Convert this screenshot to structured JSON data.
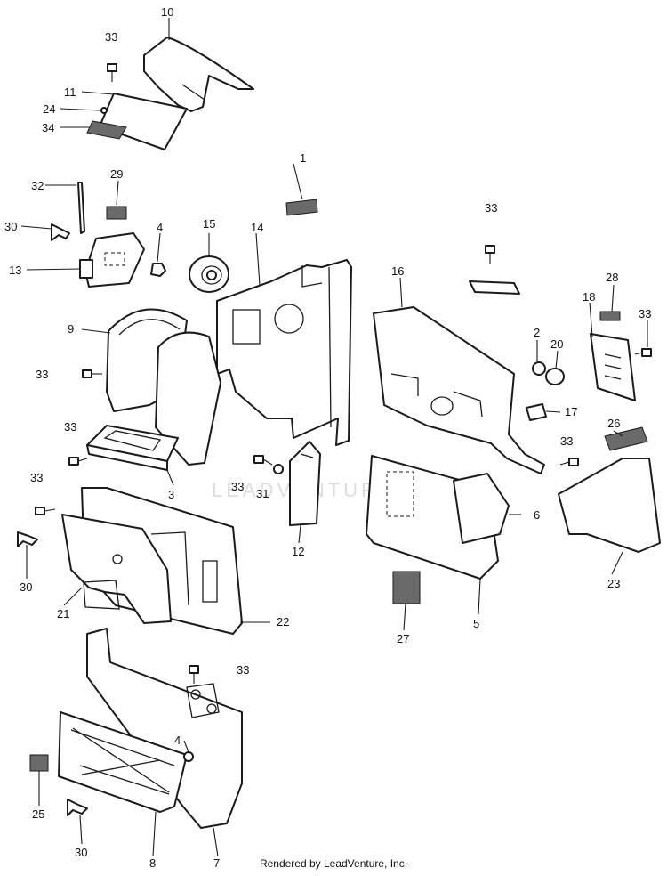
{
  "diagram": {
    "callouts": {
      "p1": "1",
      "p2": "2",
      "p3": "3",
      "p4a": "4",
      "p4b": "4",
      "p5": "5",
      "p6": "6",
      "p7": "7",
      "p8": "8",
      "p9": "9",
      "p10": "10",
      "p11": "11",
      "p12": "12",
      "p13": "13",
      "p14": "14",
      "p15": "15",
      "p16": "16",
      "p17": "17",
      "p18": "18",
      "p20": "20",
      "p21": "21",
      "p22": "22",
      "p23": "23",
      "p24": "24",
      "p25": "25",
      "p26": "26",
      "p27": "27",
      "p28": "28",
      "p29": "29",
      "p30a": "30",
      "p30b": "30",
      "p30c": "30",
      "p31": "31",
      "p32": "32",
      "p33a": "33",
      "p33b": "33",
      "p33c": "33",
      "p33d": "33",
      "p33e": "33",
      "p33f": "33",
      "p33g": "33",
      "p33h": "33",
      "p33i": "33",
      "p34": "34"
    }
  },
  "watermark": "LEADVENTURE",
  "footer": "Rendered by LeadVenture, Inc."
}
